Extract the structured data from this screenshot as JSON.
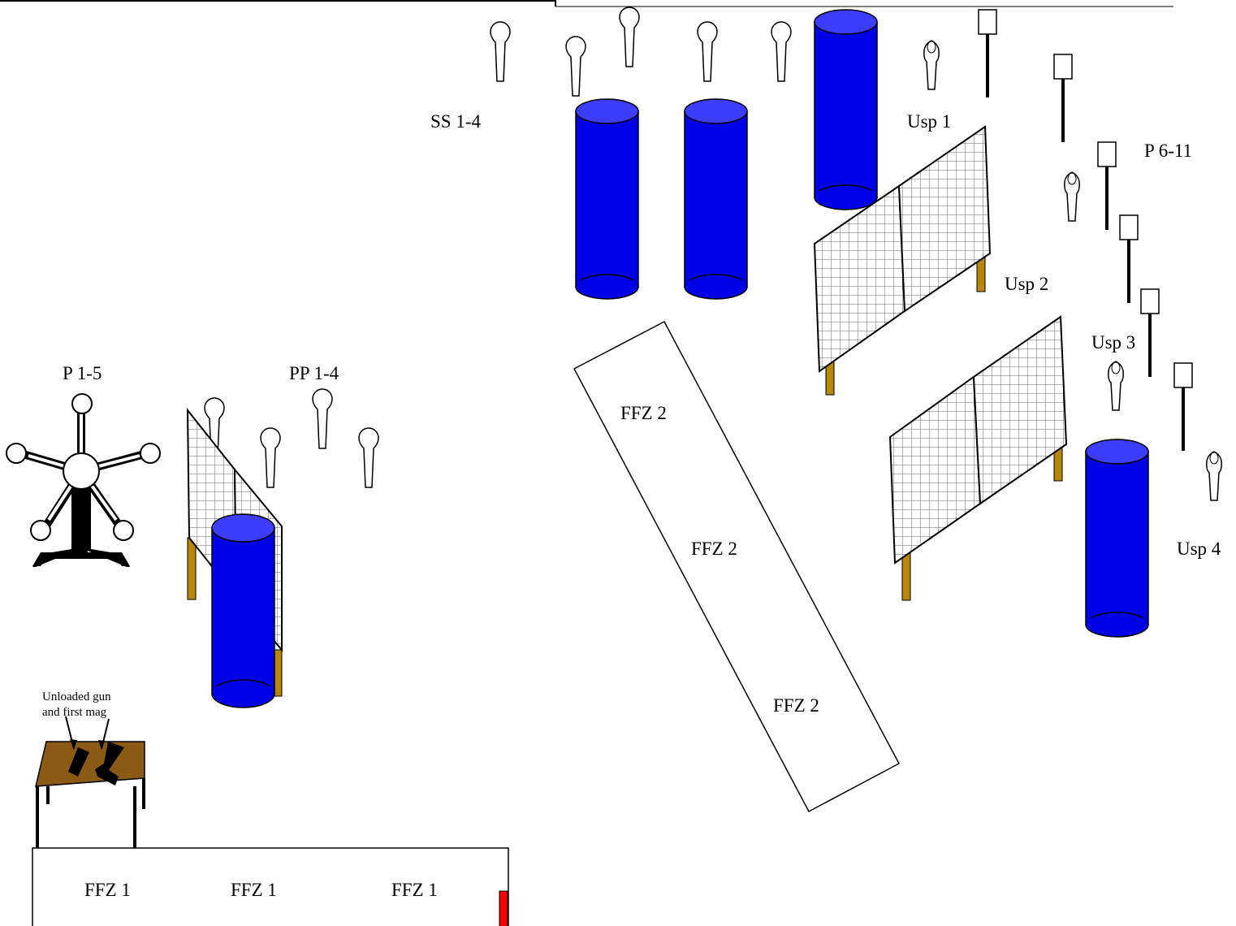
{
  "colors": {
    "barrel_fill": "#0000e6",
    "barrel_top": "#3d3dff",
    "wood": "#b8860b",
    "table_top": "#8b5a14",
    "fault_marker": "#ff0000"
  },
  "labels": {
    "ss": "SS 1-4",
    "p_6_11": "P 6-11",
    "usp1": "Usp 1",
    "usp2": "Usp 2",
    "usp3": "Usp 3",
    "usp4": "Usp 4",
    "p_1_5": "P 1-5",
    "pp_1_4": "PP 1-4",
    "ffz2_a": "FFZ 2",
    "ffz2_b": "FFZ 2",
    "ffz2_c": "FFZ 2",
    "ffz1_a": "FFZ 1",
    "ffz1_b": "FFZ 1",
    "ffz1_c": "FFZ 1",
    "table_note_line1": "Unloaded gun",
    "table_note_line2": "and first mag"
  },
  "icons": {
    "target": "silhouette-target-icon",
    "plate": "steel-plate-target-icon",
    "barrel": "barrel-icon",
    "wall": "mesh-wall-icon",
    "plate_rack": "star-plate-rack-icon",
    "table": "start-table-icon",
    "pistol": "pistol-icon",
    "magazine": "magazine-icon"
  }
}
